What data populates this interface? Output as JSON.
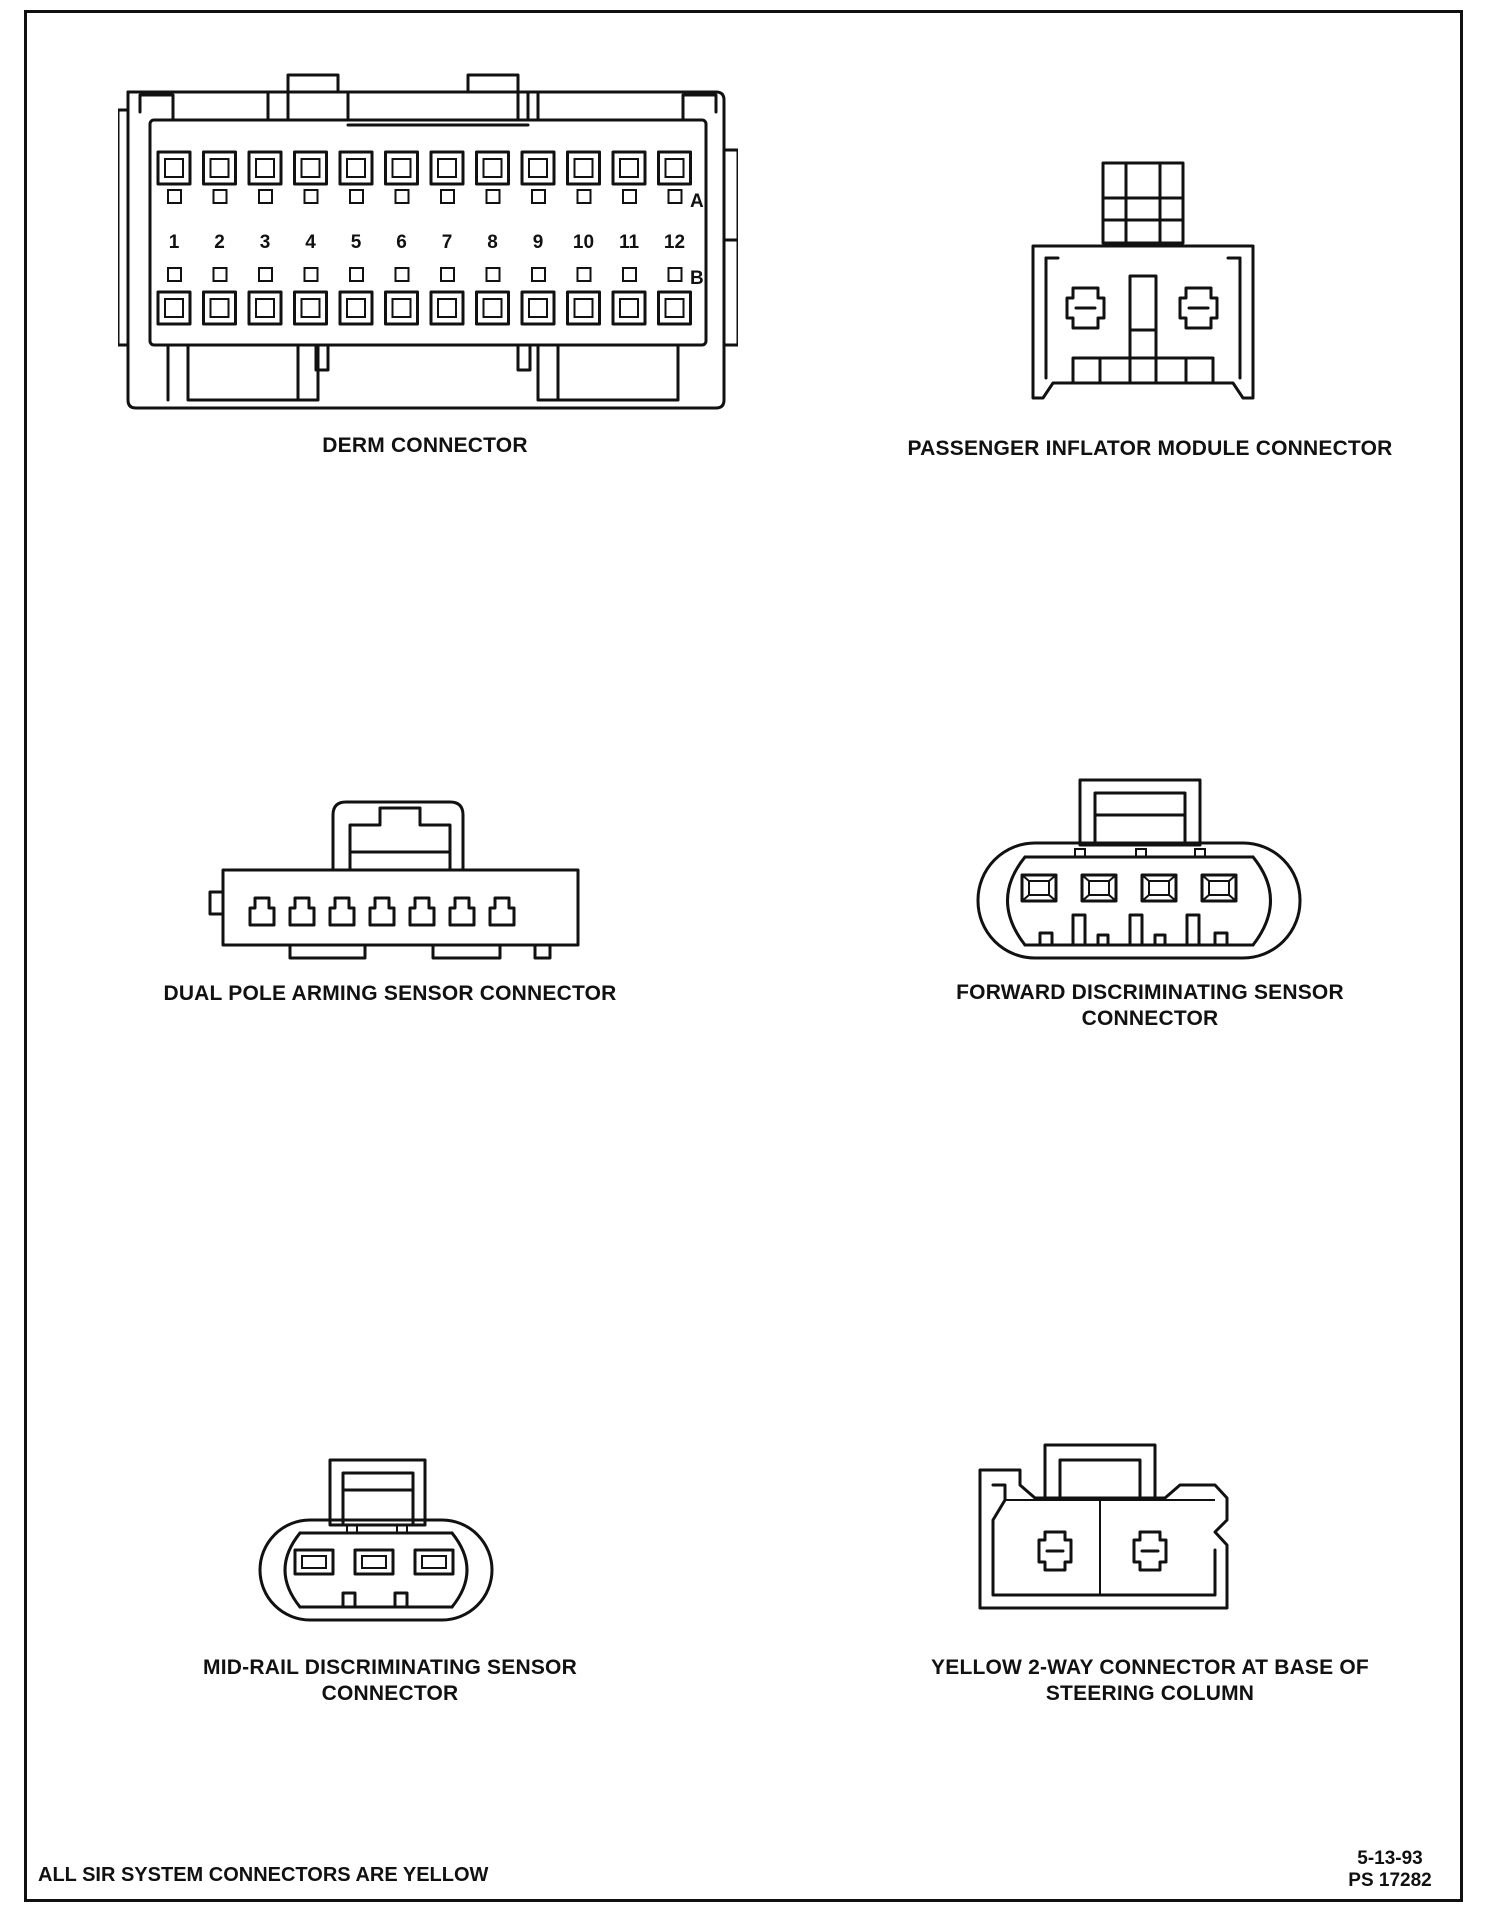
{
  "connectors": [
    {
      "id": "derm",
      "caption": [
        "DERM CONNECTOR"
      ],
      "pin_numbers": [
        "1",
        "2",
        "3",
        "4",
        "5",
        "6",
        "7",
        "8",
        "9",
        "10",
        "11",
        "12"
      ],
      "row_labels": [
        "A",
        "B"
      ]
    },
    {
      "id": "passenger",
      "caption": [
        "PASSENGER INFLATOR MODULE CONNECTOR"
      ]
    },
    {
      "id": "arming",
      "caption": [
        "DUAL POLE ARMING SENSOR CONNECTOR"
      ]
    },
    {
      "id": "forward",
      "caption": [
        "FORWARD DISCRIMINATING SENSOR",
        "CONNECTOR"
      ]
    },
    {
      "id": "midrail",
      "caption": [
        "MID-RAIL DISCRIMINATING SENSOR",
        "CONNECTOR"
      ]
    },
    {
      "id": "yellow2way",
      "caption": [
        "YELLOW 2-WAY CONNECTOR AT BASE OF",
        "STEERING COLUMN"
      ]
    }
  ],
  "footer": {
    "note": "ALL SIR SYSTEM CONNECTORS ARE YELLOW",
    "date": "5-13-93",
    "ref": "PS 17282"
  }
}
